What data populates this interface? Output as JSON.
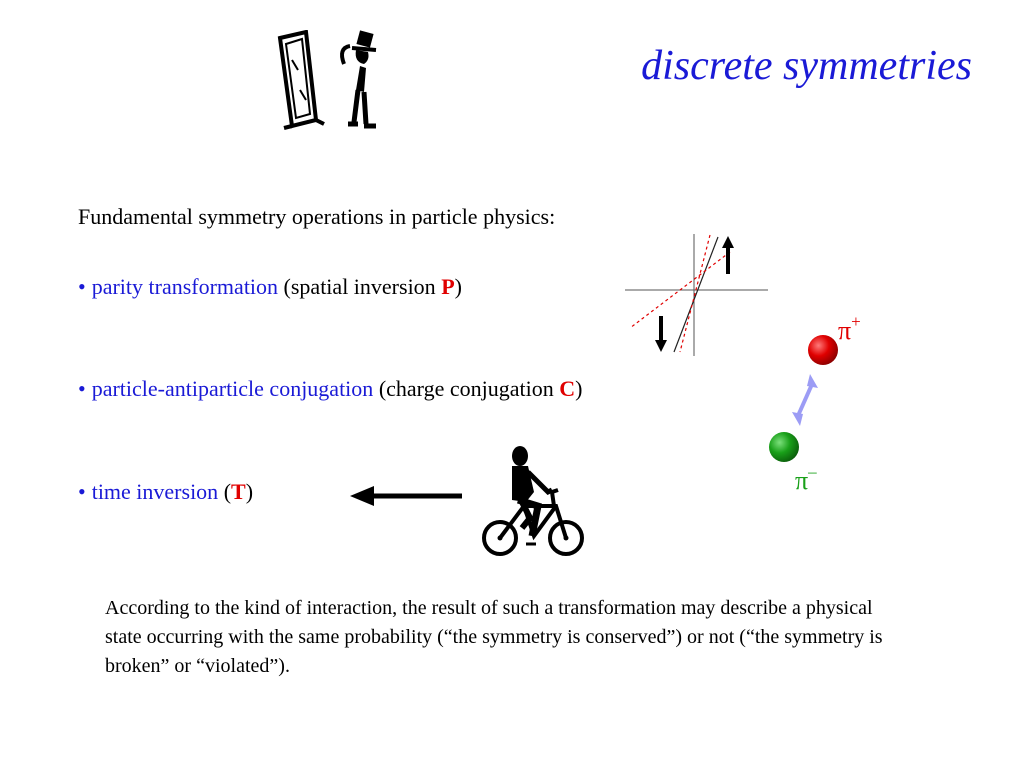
{
  "title": "discrete symmetries",
  "intro": "Fundamental symmetry operations in particle physics:",
  "bullets": [
    {
      "name": "parity transformation",
      "description": "(spatial inversion ",
      "symbol": "P",
      "close": ")"
    },
    {
      "name": "particle-antiparticle conjugation",
      "description": "(charge conjugation ",
      "symbol": "C",
      "close": ")"
    },
    {
      "name": "time inversion",
      "description": "(",
      "symbol": "T",
      "close": ")"
    }
  ],
  "bullet_char": "•",
  "note": {
    "part1": "According to the kind of interaction, the result of such a transformation may describe a physical state occurring with the same probability (",
    "q1": "“the symmetry is conserved”",
    "part2": ") or not (",
    "q2": "“the symmetry is broken”",
    "part3": " or ",
    "q3": "“violated”",
    "part4": ")."
  },
  "particles": {
    "pi_plus": {
      "symbol": "π",
      "charge": "+",
      "color": "#e00000"
    },
    "pi_minus": {
      "symbol": "π",
      "charge": "–",
      "color": "#19a019"
    }
  },
  "colors": {
    "accent": "#1a1ad6",
    "highlight": "#e00000",
    "arrow": "#9c9cf5"
  },
  "icons": [
    "mirror-icon",
    "person-with-hat-icon",
    "parity-axes-icon",
    "cyclist-icon",
    "left-arrow-icon"
  ]
}
